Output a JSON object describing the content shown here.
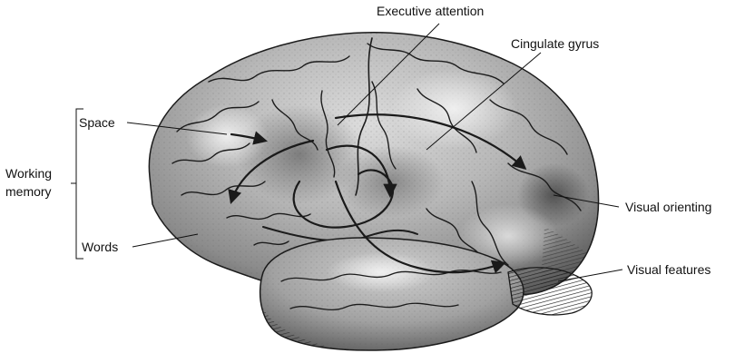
{
  "labels": {
    "executive_attention": "Executive attention",
    "cingulate_gyrus": "Cingulate gyrus",
    "space": "Space",
    "working_memory_line1": "Working",
    "working_memory_line2": "memory",
    "words": "Words",
    "visual_orienting": "Visual orienting",
    "visual_features": "Visual features"
  },
  "colors": {
    "ink": "#111111",
    "brain_base": "#b4b4b4",
    "shadow": "#4a4a4a",
    "highlight": "#e2e2e2"
  }
}
